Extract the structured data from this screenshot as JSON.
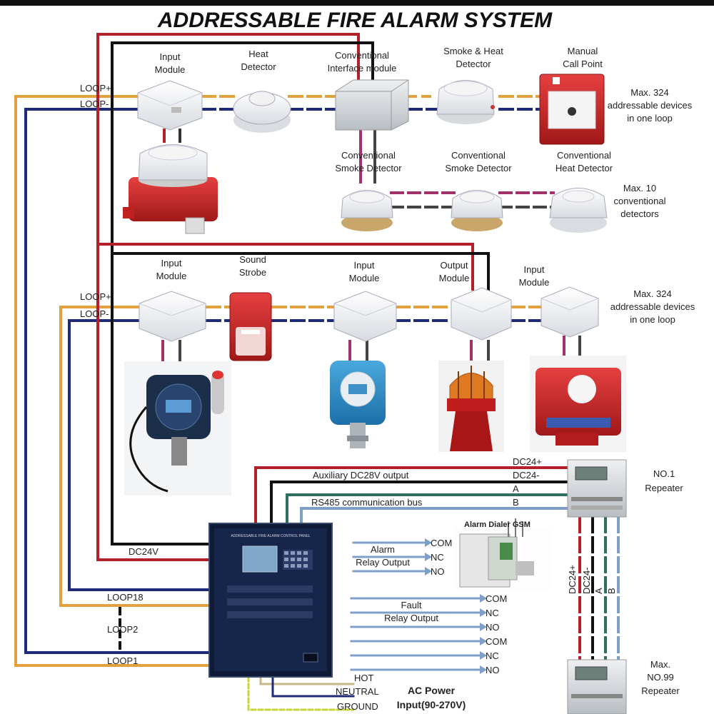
{
  "title": "ADDRESSABLE FIRE ALARM SYSTEM",
  "loop1": {
    "loop_plus": "LOOP+",
    "loop_minus": "LOOP-",
    "devices": [
      {
        "line1": "Input",
        "line2": "Module"
      },
      {
        "line1": "Heat",
        "line2": "Detector"
      },
      {
        "line1": "Conventional",
        "line2": "Interface module"
      },
      {
        "line1": "Smoke & Heat",
        "line2": "Detector"
      },
      {
        "line1": "Manual",
        "line2": "Call Point"
      }
    ],
    "conventional": [
      {
        "line1": "Conventional",
        "line2": "Smoke Detector"
      },
      {
        "line1": "Conventional",
        "line2": "Smoke Detector"
      },
      {
        "line1": "Conventional",
        "line2": "Heat Detector"
      }
    ],
    "max_note": [
      "Max. 324",
      "addressable devices",
      "in one loop"
    ],
    "conv_note": [
      "Max. 10",
      "conventional",
      "detectors"
    ]
  },
  "loop2": {
    "loop_plus": "LOOP+",
    "loop_minus": "LOOP-",
    "devices": [
      {
        "line1": "Input",
        "line2": "Module"
      },
      {
        "line1": "Sound",
        "line2": "Strobe"
      },
      {
        "line1": "Input",
        "line2": "Module"
      },
      {
        "line1": "Output",
        "line2": "Module"
      },
      {
        "line1": "Input",
        "line2": "Module"
      }
    ],
    "max_note": [
      "Max. 324",
      "addressable devices",
      "in one loop"
    ]
  },
  "panel": {
    "header_text": "ADDRESSABLE FIRE ALARM CONTROL PANEL",
    "dc24v": "DC24V",
    "loop18": "LOOP18",
    "loop2": "LOOP2",
    "loop1": "LOOP1"
  },
  "buses": {
    "dc24_plus": "DC24+",
    "dc24_minus": "DC24-",
    "a": "A",
    "b": "B",
    "aux": "Auxiliary DC28V output",
    "rs485": "RS485 communication bus"
  },
  "repeater1": {
    "line1": "NO.1",
    "line2": "Repeater"
  },
  "repeater99": {
    "line1": "Max.",
    "line2": "NO.99",
    "line3": "Repeater"
  },
  "vertical_labels": [
    "DC24+",
    "DC24-",
    "A",
    "B"
  ],
  "alarm_relay": {
    "line1": "Alarm",
    "line2": "Relay Output",
    "outputs": [
      "COM",
      "NC",
      "NO"
    ]
  },
  "dialer": "Alarm Dialer GSM",
  "fault_relay": {
    "line1": "Fault",
    "line2": "Relay Output",
    "outputs": [
      "COM",
      "NC",
      "NO",
      "COM",
      "NC",
      "NO"
    ]
  },
  "power": {
    "hot": "HOT",
    "neutral": "NEUTRAL",
    "ground": "GROUND",
    "title1": "AC Power",
    "title2": "Input(90-270V)"
  },
  "colors": {
    "loop_plus": "#e2a13c",
    "loop_minus": "#1f2a7a",
    "red": "#b3202a",
    "black": "#111111",
    "green": "#2f6f5f",
    "blue": "#7f9fc8",
    "purple": "#a0336b",
    "ground": "#c8d43a"
  }
}
